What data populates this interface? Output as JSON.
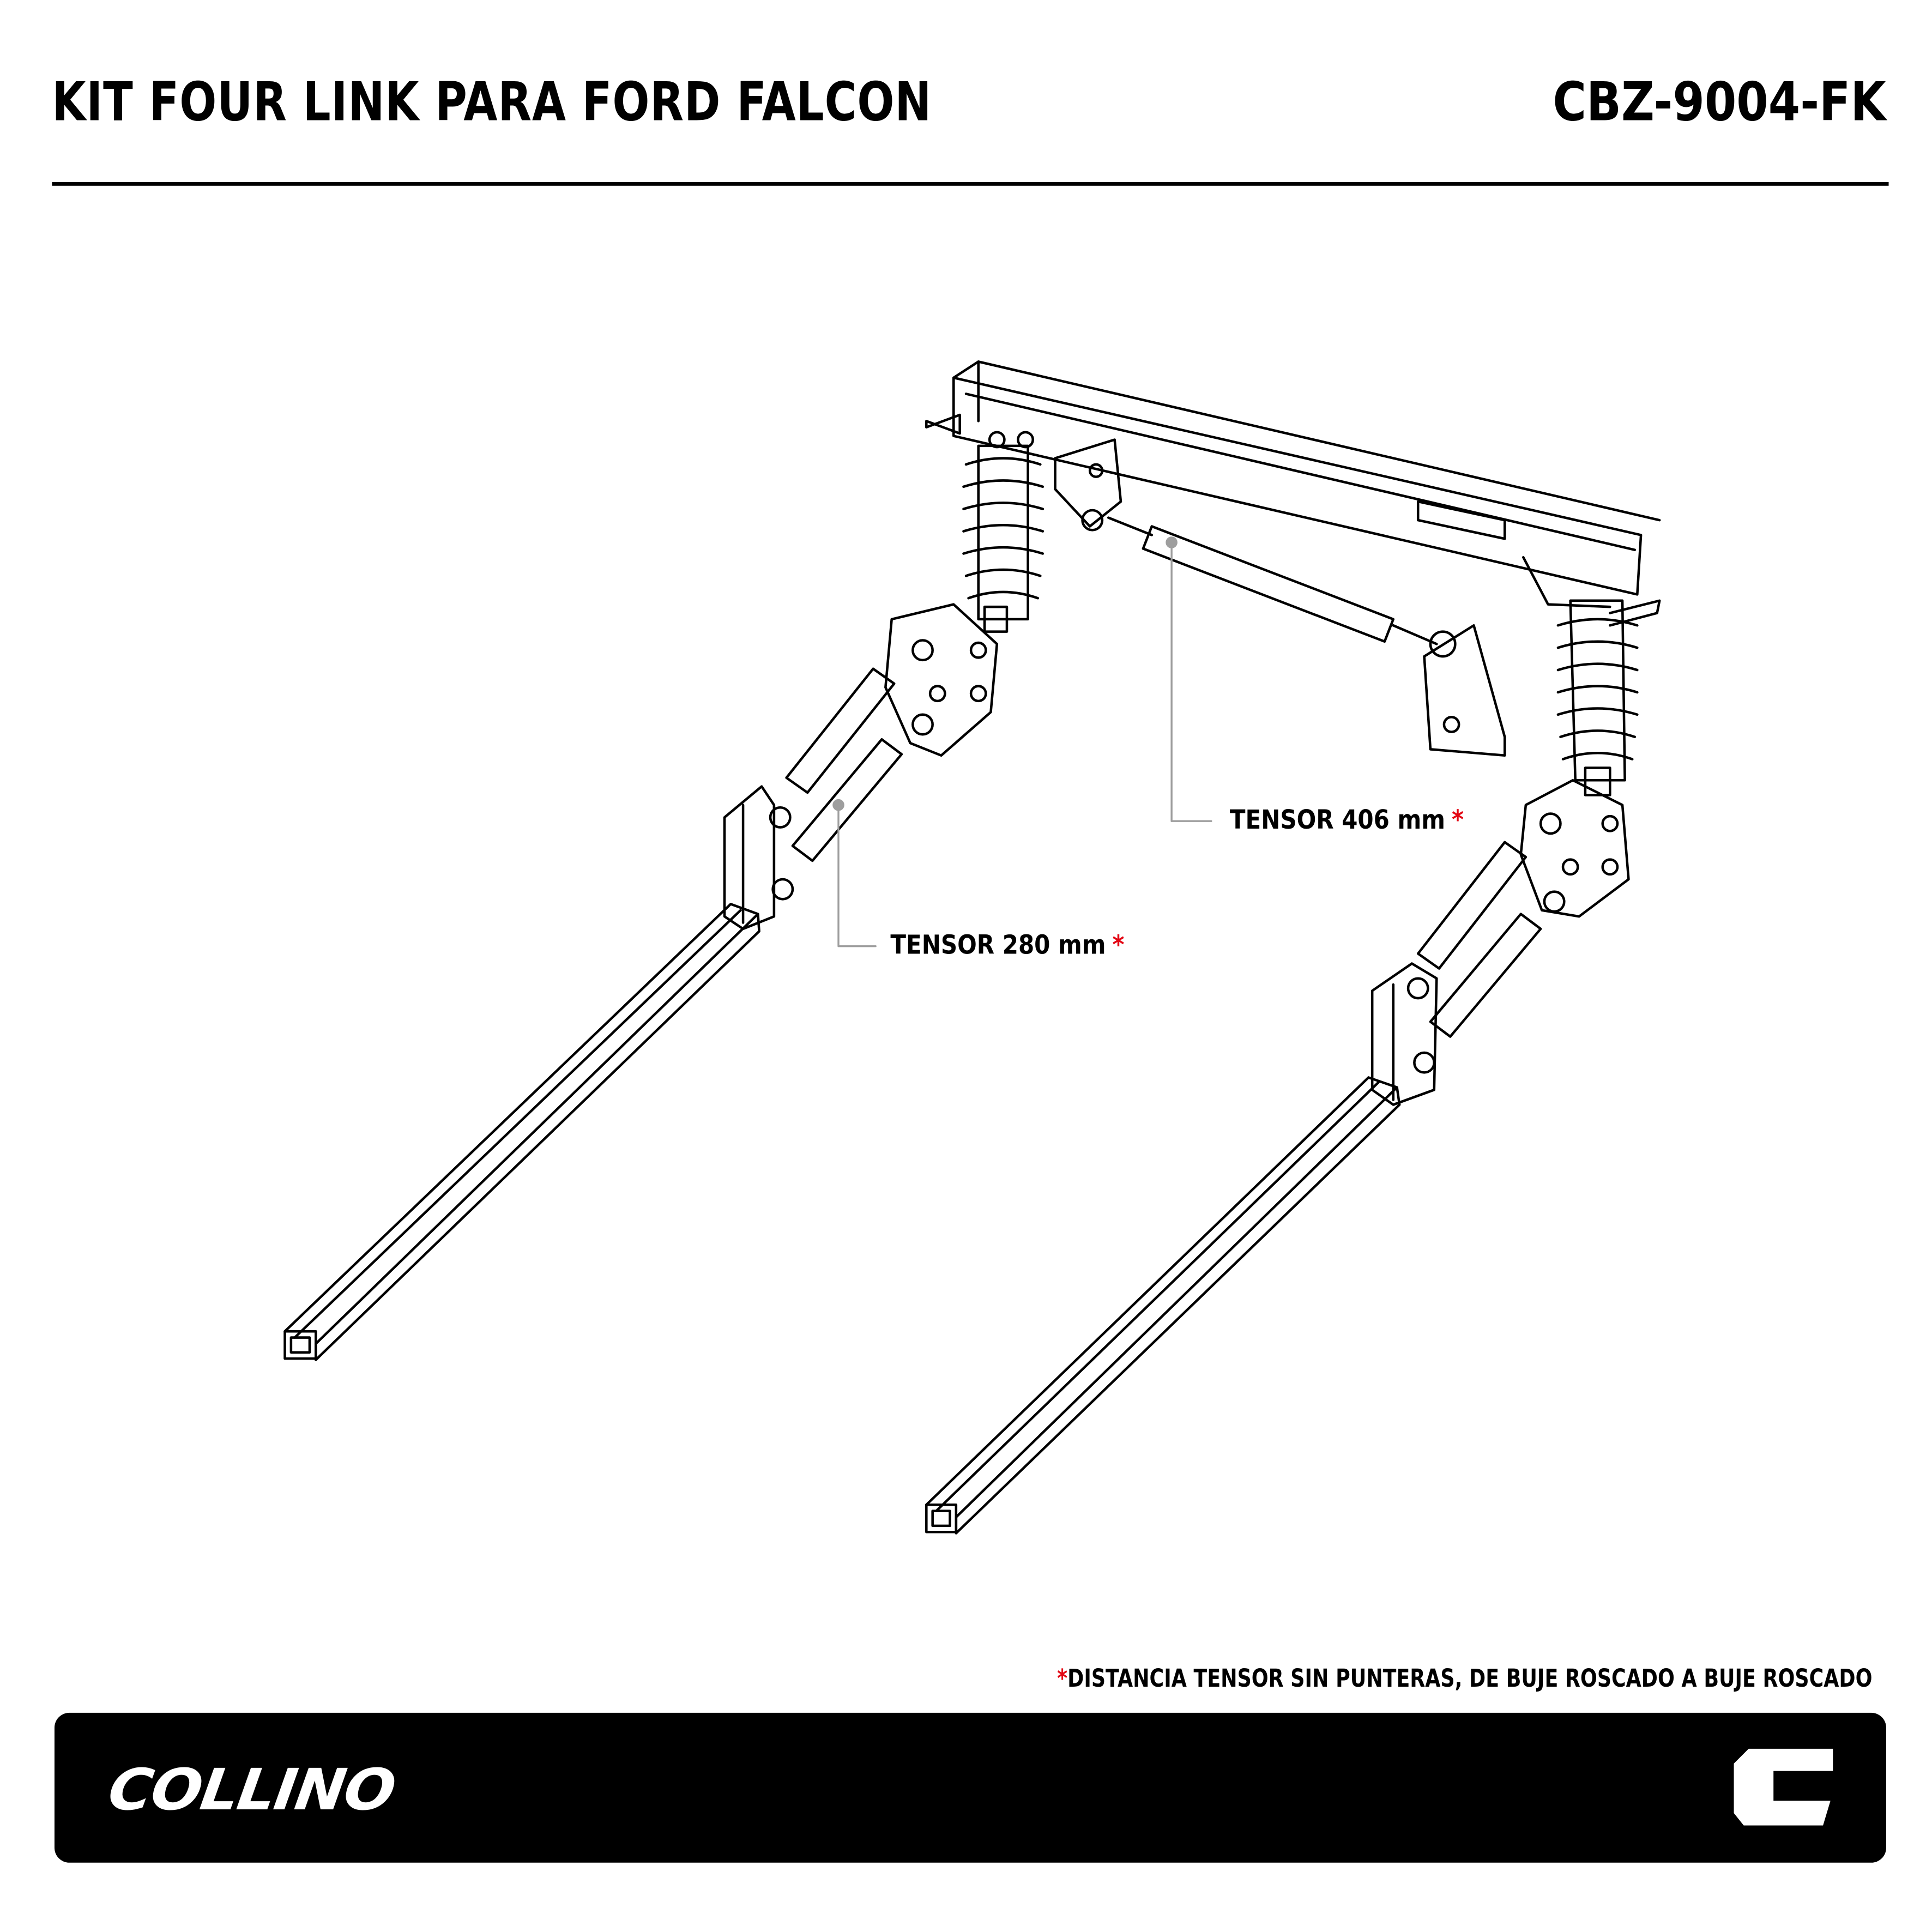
{
  "header": {
    "title": "KIT FOUR LINK PARA FORD FALCON",
    "code": "CBZ-9004-FK"
  },
  "callouts": [
    {
      "label": "TENSOR 406 mm",
      "mark": "*"
    },
    {
      "label": "TENSOR 280 mm",
      "mark": "*"
    }
  ],
  "footnote": {
    "mark": "*",
    "text": "DISTANCIA TENSOR SIN PUNTERAS, DE BUJE ROSCADO A BUJE ROSCADO"
  },
  "footer": {
    "brand": "COLLINO",
    "monogram": "C"
  },
  "colors": {
    "accent": "#e30613",
    "leader": "#9e9e9e",
    "bar": "#000000"
  }
}
